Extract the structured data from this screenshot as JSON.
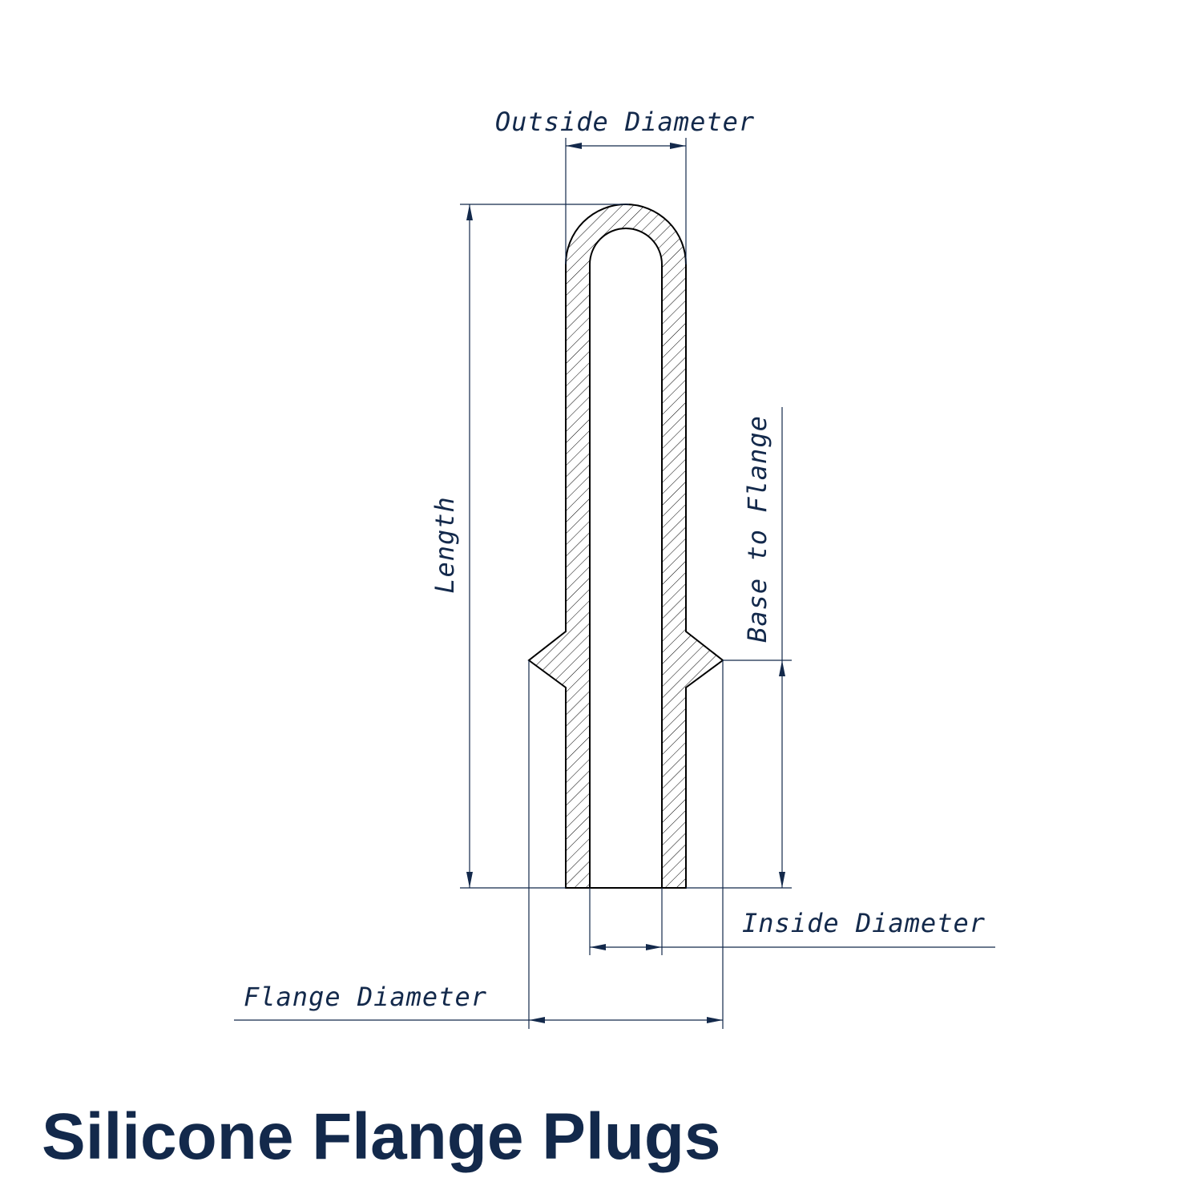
{
  "diagram": {
    "labels": {
      "outside_diameter": "Outside Diameter",
      "length": "Length",
      "base_to_flange": "Base to Flange",
      "inside_diameter": "Inside Diameter",
      "flange_diameter": "Flange Diameter"
    },
    "colors": {
      "ink": "#13294b",
      "outline": "#000000",
      "background": "#ffffff"
    }
  },
  "title": "Silicone Flange Plugs"
}
